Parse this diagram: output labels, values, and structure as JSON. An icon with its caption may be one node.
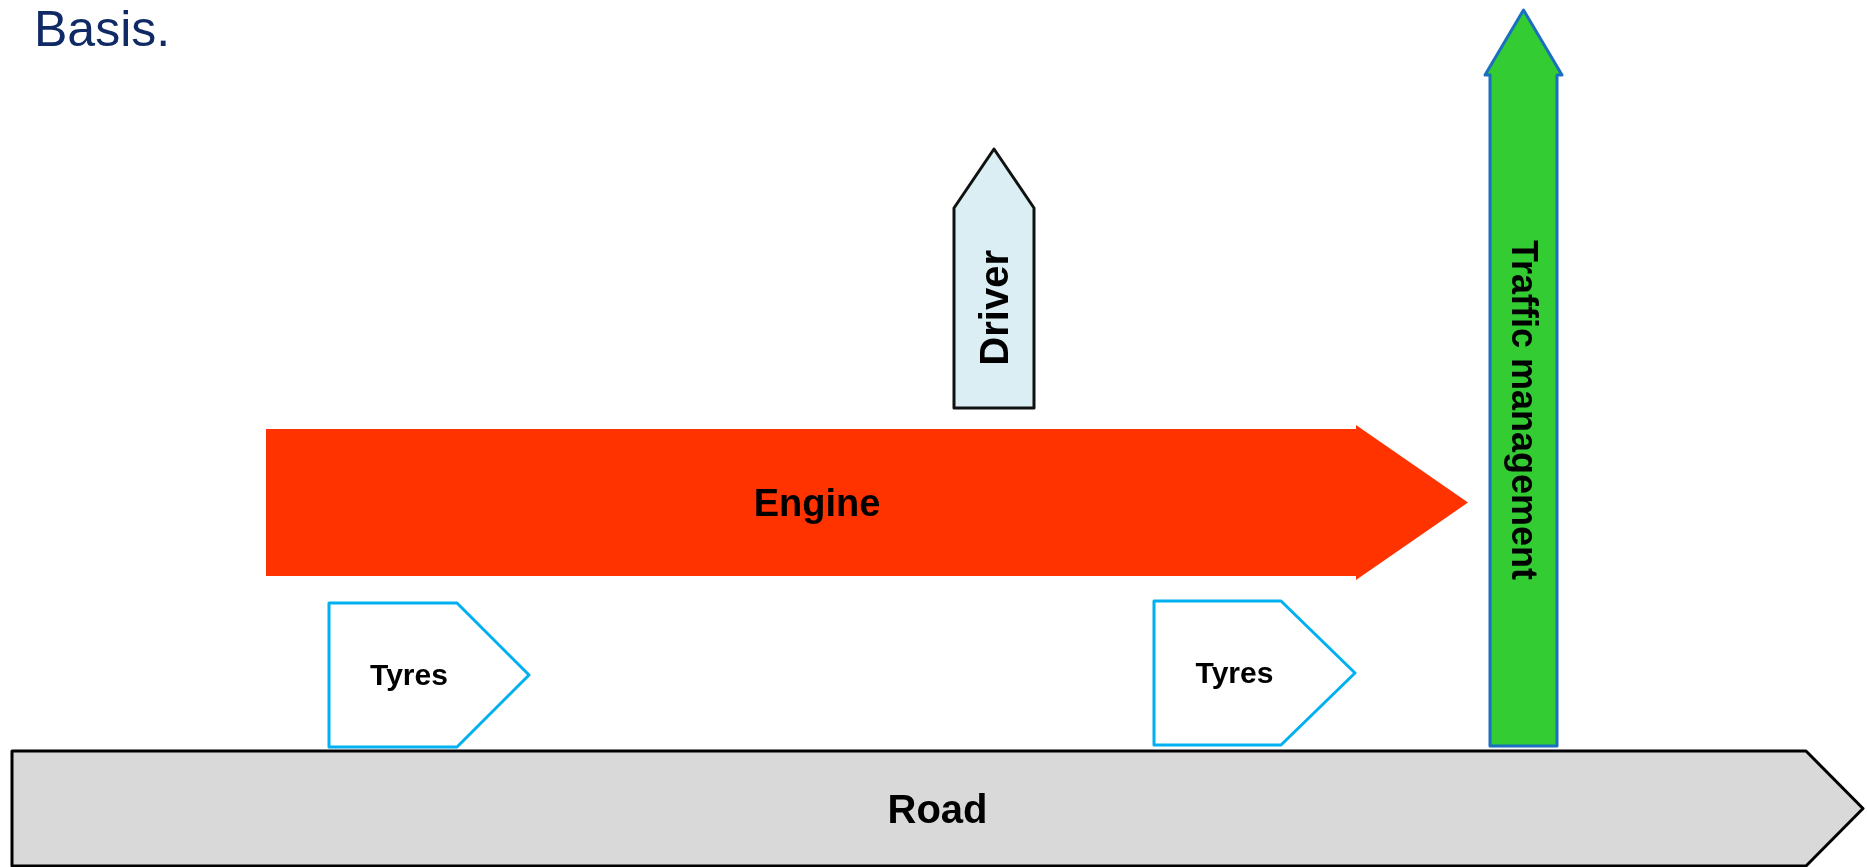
{
  "diagram": {
    "title": "Basis.",
    "nodes": [
      {
        "text": [
          "Traffic management"
        ]
      },
      {
        "text": [
          "Driver"
        ]
      },
      {
        "text": [
          "Engine"
        ]
      },
      {
        "text": [
          "Tyres"
        ]
      },
      {
        "text": [
          "Tyres"
        ]
      },
      {
        "text": [
          "Road"
        ]
      }
    ]
  }
}
